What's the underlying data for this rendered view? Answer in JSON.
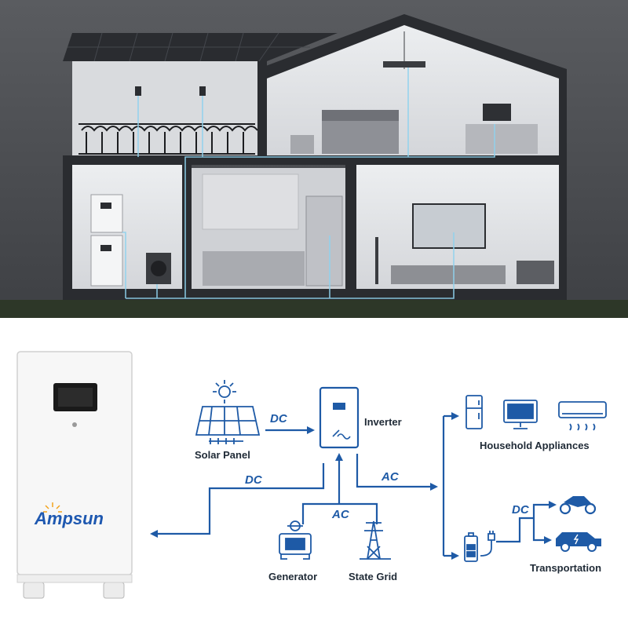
{
  "brand": {
    "logo_text": "Ampsun"
  },
  "colors": {
    "flow_blue": "#1e5aa6",
    "logo_blue": "#1e58b0",
    "logo_sun": "#f2a31b",
    "night_sky": "#4a4c50",
    "interior": "#e2e3e6",
    "ground": "#2e3a2a"
  },
  "diagram": {
    "inverter_label": "Inverter",
    "solar_label": "Solar Panel",
    "generator_label": "Generator",
    "grid_label": "State Grid",
    "household_label": "Household Appliances",
    "transport_label": "Transportation",
    "dc_solar": "DC",
    "dc_battery": "DC",
    "ac_output": "AC",
    "ac_input": "AC",
    "dc_transport": "DC"
  }
}
